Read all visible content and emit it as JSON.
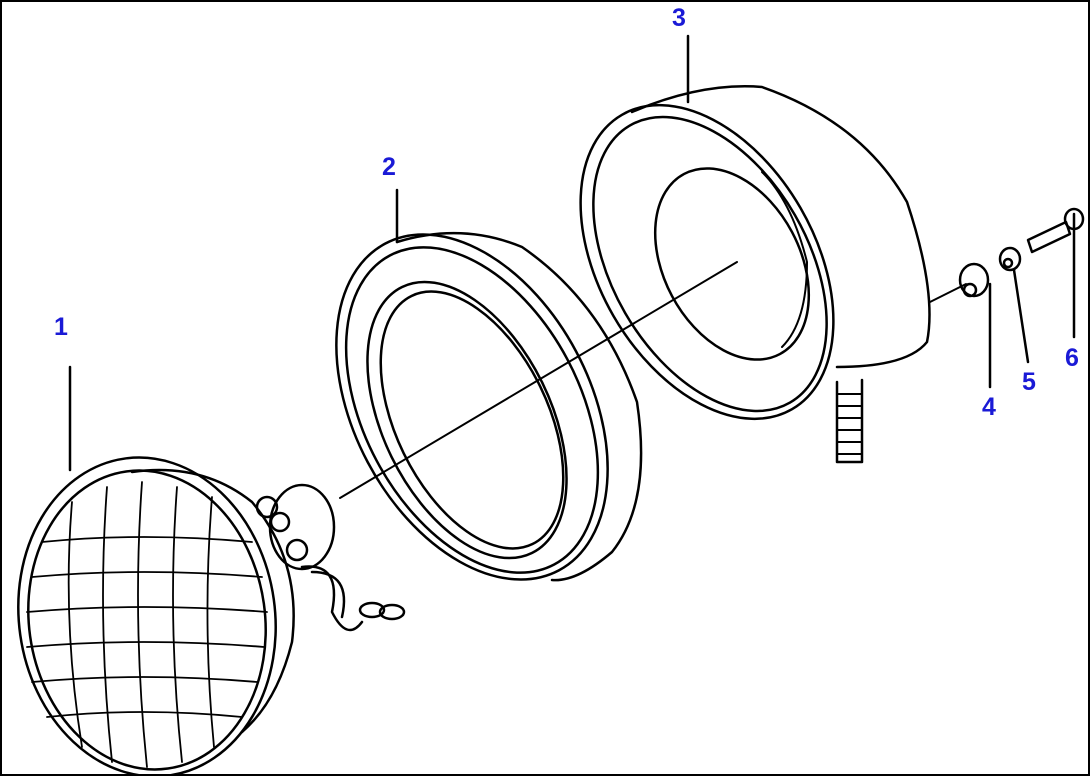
{
  "diagram": {
    "callouts": [
      {
        "id": "1"
      },
      {
        "id": "2"
      },
      {
        "id": "3"
      },
      {
        "id": "4"
      },
      {
        "id": "5"
      },
      {
        "id": "6"
      }
    ],
    "callout_color": "#1a1ad6",
    "line_color": "#000000",
    "parts": [
      "lamp-unit-icon",
      "mounting-ring-icon",
      "lamp-housing-icon",
      "spacer-icon",
      "washer-icon",
      "bolt-icon"
    ]
  }
}
